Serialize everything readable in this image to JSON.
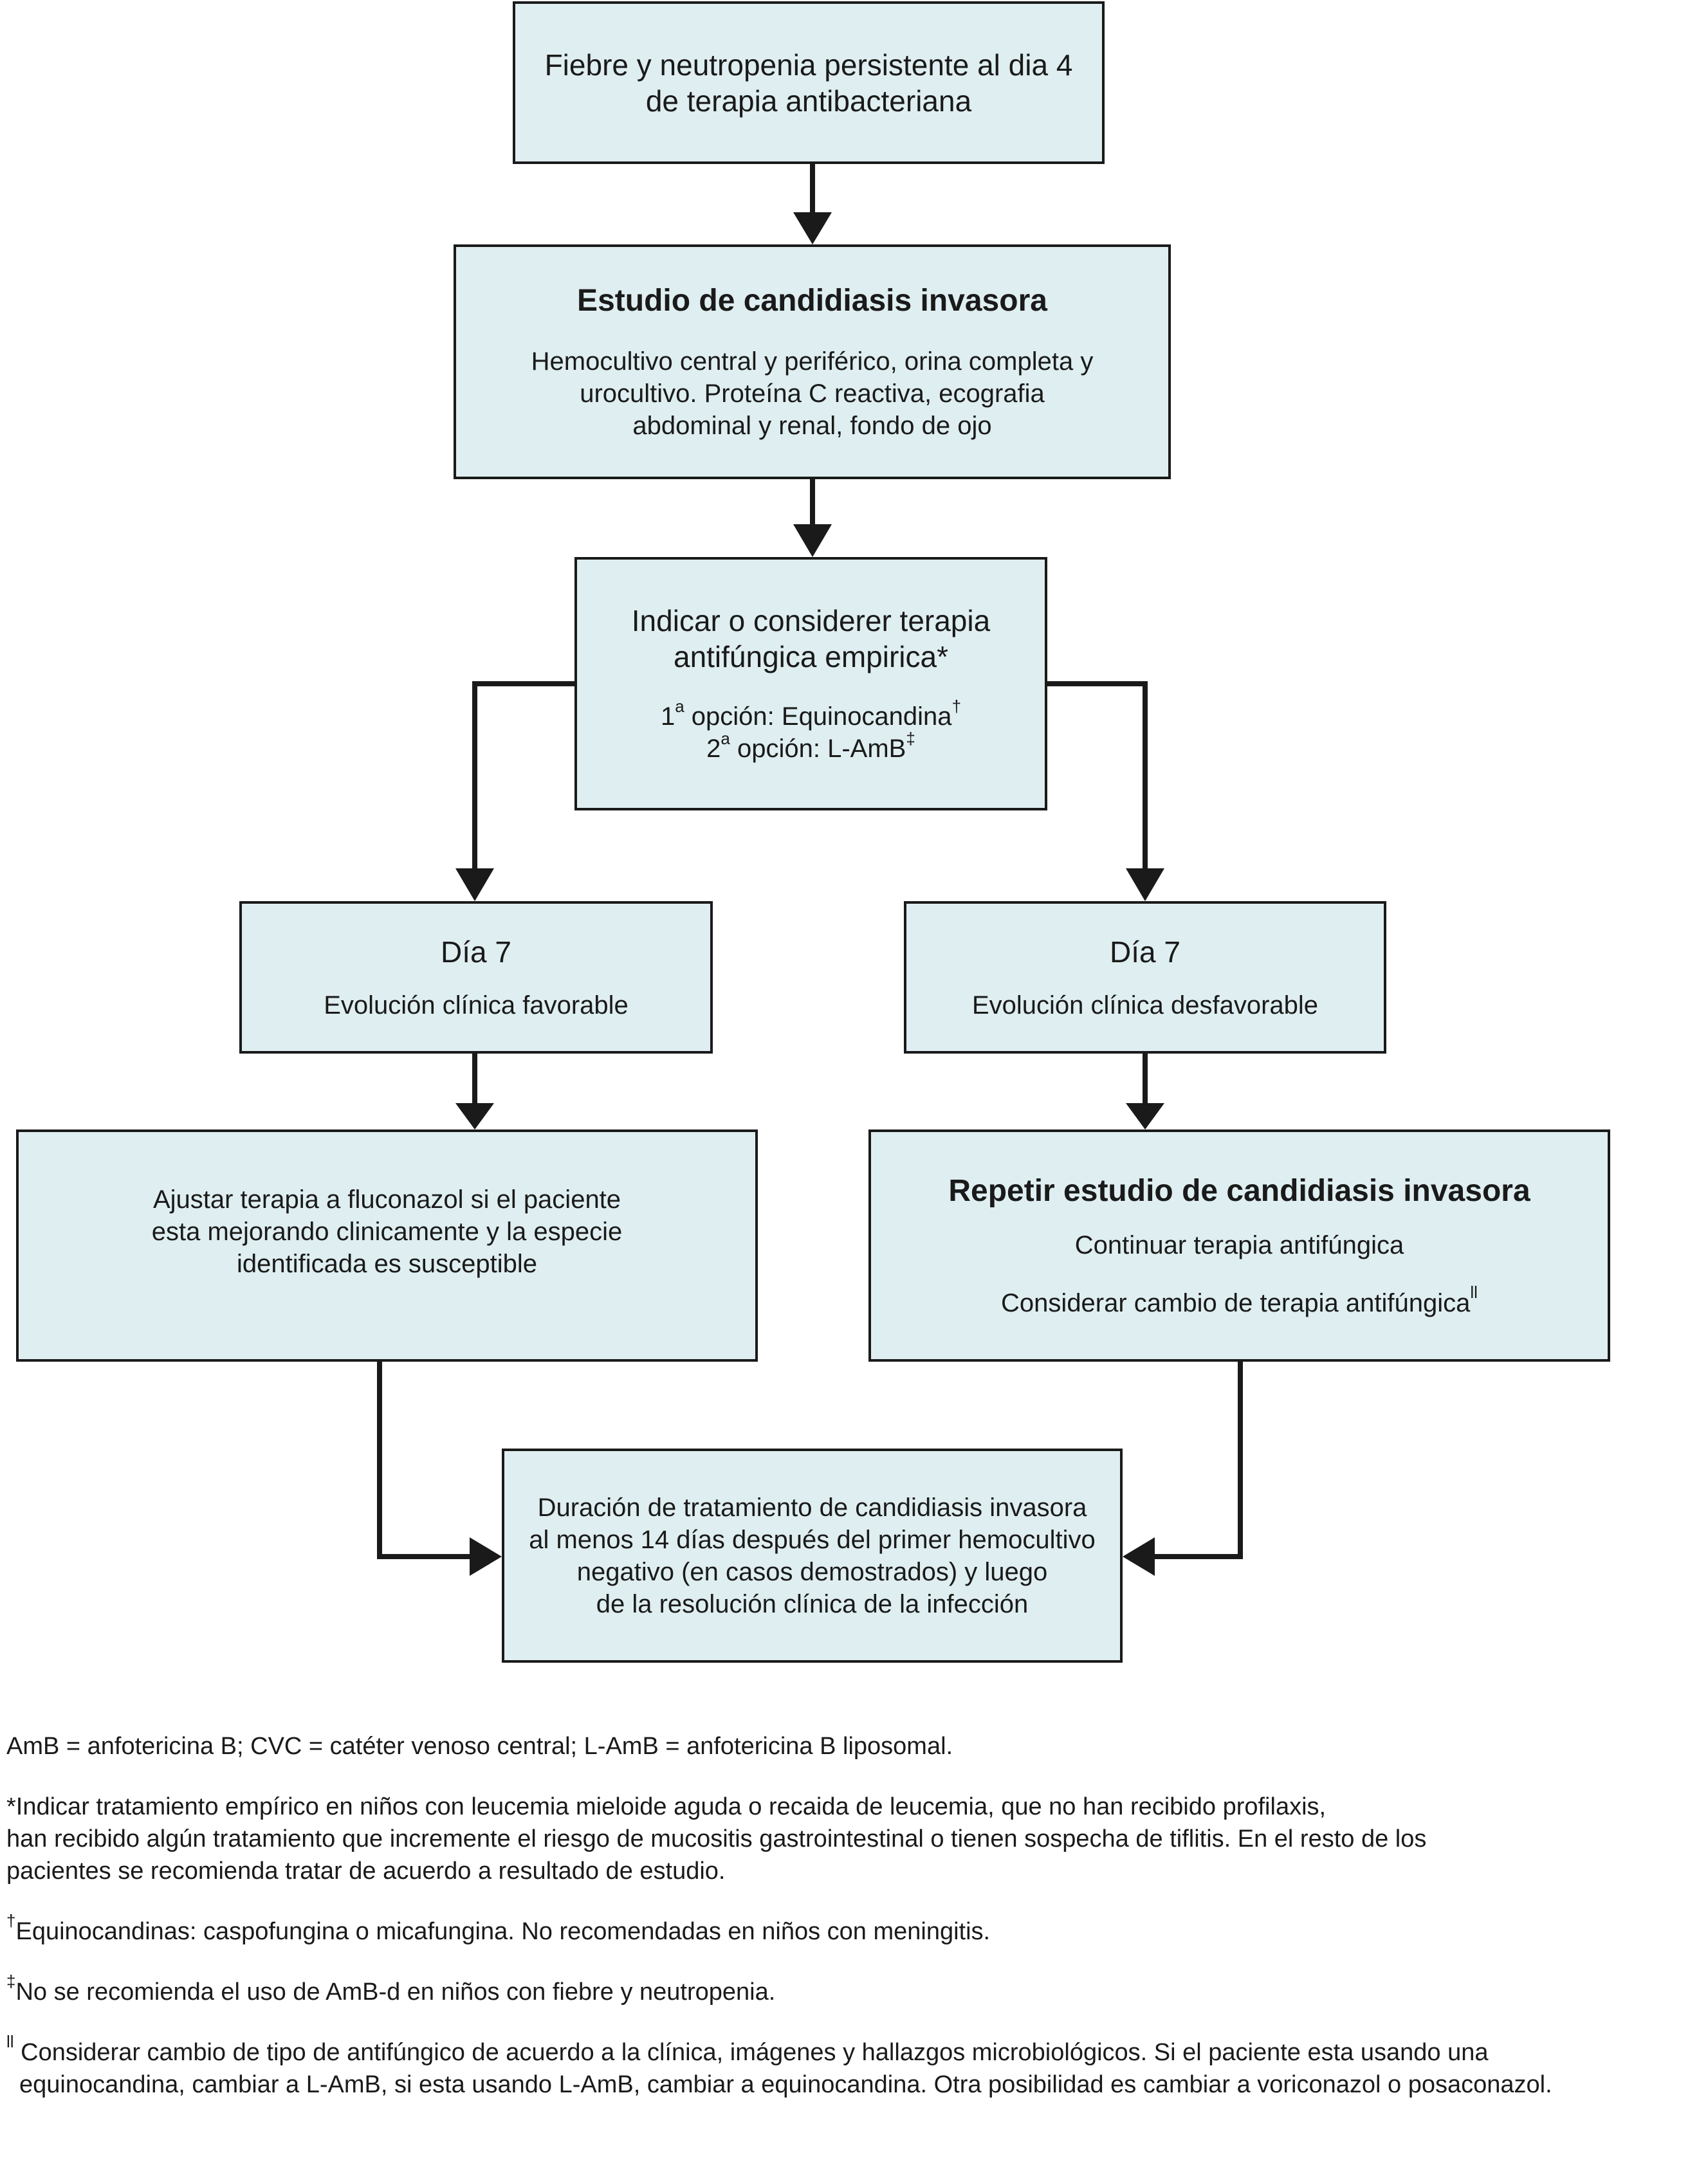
{
  "boxes": {
    "start": {
      "line1": "Fiebre y neutropenia persistente al dia 4",
      "line2": "de terapia antibacteriana"
    },
    "study": {
      "title": "Estudio de candidiasis invasora",
      "line1": "Hemocultivo central y periférico, orina completa y",
      "line2": "urocultivo. Proteína C reactiva, ecografia",
      "line3": "abdominal y renal, fondo de ojo"
    },
    "empiric": {
      "line1": "Indicar o considerer terapia",
      "line2": "antifúngica empirica*",
      "opt1_num": "1",
      "opt1_sup": "a",
      "opt1_text": " opción: Equinocandina",
      "opt1_mark": "†",
      "opt2_num": "2",
      "opt2_sup": "a",
      "opt2_text": " opción: L-AmB",
      "opt2_mark": "‡"
    },
    "day7_left": {
      "title": "Día 7",
      "text": "Evolución clínica favorable"
    },
    "day7_right": {
      "title": "Día 7",
      "text": "Evolución clínica desfavorable"
    },
    "adjust": {
      "line1": "Ajustar terapia a fluconazol si el paciente",
      "line2": "esta mejorando clinicamente y la especie",
      "line3": "identificada es susceptible"
    },
    "repeat": {
      "title": "Repetir estudio de candidiasis invasora",
      "line1": "Continuar terapia antifúngica",
      "line2": "Considerar cambio de terapia antifúngica",
      "line2_mark": "ll"
    },
    "duration": {
      "line1": "Duración de tratamiento de candidiasis invasora",
      "line2": "al menos 14 días después del primer hemocultivo",
      "line3": "negativo (en casos demostrados) y luego",
      "line4": "de la resolución clínica de la infección"
    }
  },
  "notes": {
    "abbrev": "AmB = anfotericina B; CVC = catéter venoso central; L-AmB = anfotericina B liposomal.",
    "star_line1": "*Indicar tratamiento empírico en niños con leucemia mieloide aguda o recaida de leucemia, que no han recibido profilaxis,",
    "star_line2": "han recibido algún tratamiento que incremente el riesgo de mucositis gastrointestinal o tienen sospecha de tiflitis. En el resto de los",
    "star_line3": "pacientes se recomienda tratar de acuerdo a resultado de estudio.",
    "dagger_mark": "†",
    "dagger_text": "Equinocandinas: caspofungina o micafungina. No recomendadas en niños con meningitis.",
    "ddagger_mark": "‡",
    "ddagger_text": "No se recomienda el uso de AmB-d en niños con fiebre y neutropenia.",
    "ll_mark": "ll",
    "ll_line1": " Considerar cambio de tipo de antifúngico de acuerdo a la clínica, imágenes y hallazgos microbiológicos. Si el paciente esta usando una",
    "ll_line2": "equinocandina, cambiar a L-AmB, si esta usando L-AmB, cambiar a equinocandina. Otra posibilidad es cambiar a voriconazol o posaconazol."
  }
}
